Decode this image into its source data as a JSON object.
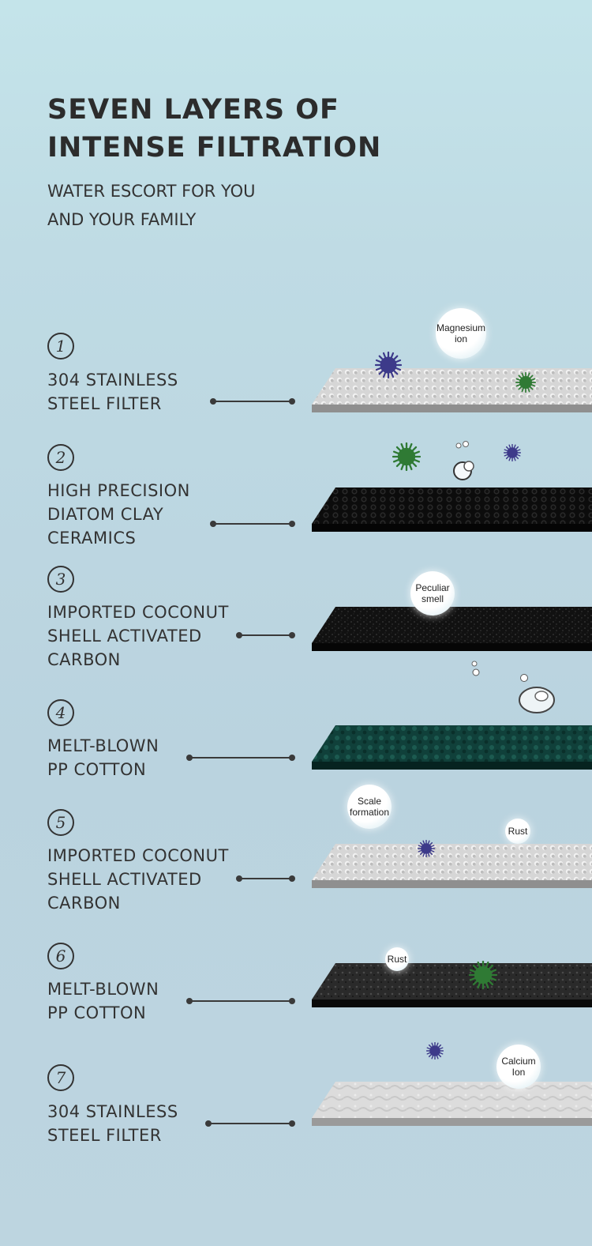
{
  "header": {
    "title_lines": [
      "SEVEN LAYERS OF",
      "INTENSE FILTRATION"
    ],
    "subtitle_lines": [
      "WATER ESCORT FOR YOU",
      "AND YOUR FAMILY"
    ]
  },
  "layers": [
    {
      "number": "1",
      "label_lines": [
        "304 STAINLESS",
        "STEEL FILTER"
      ]
    },
    {
      "number": "2",
      "label_lines": [
        "HIGH PRECISION",
        "DIATOM CLAY",
        "CERAMICS"
      ]
    },
    {
      "number": "3",
      "label_lines": [
        "IMPORTED COCONUT",
        "SHELL ACTIVATED",
        "CARBON"
      ]
    },
    {
      "number": "4",
      "label_lines": [
        "MELT-BLOWN",
        "PP COTTON"
      ]
    },
    {
      "number": "5",
      "label_lines": [
        "IMPORTED COCONUT",
        "SHELL ACTIVATED",
        "CARBON"
      ]
    },
    {
      "number": "6",
      "label_lines": [
        "MELT-BLOWN",
        "PP COTTON"
      ]
    },
    {
      "number": "7",
      "label_lines": [
        "304 STAINLESS",
        "STEEL FILTER"
      ]
    }
  ],
  "bubbles": {
    "magnesium": [
      "Magnesium",
      "ion"
    ],
    "peculiar": [
      "Peculiar",
      "smell"
    ],
    "scale": [
      "Scale",
      "formation"
    ],
    "rust_1": [
      "Rust"
    ],
    "rust_2": [
      "Rust"
    ],
    "calcium": [
      "Calcium",
      "Ion"
    ]
  },
  "colors": {
    "text": "#2f2f2f",
    "steel_filter": "#d9d9d9",
    "ceramic_filter": "#1e1e1e",
    "carbon_filter": "#141414",
    "pp_cotton_green": "#0f3a34",
    "virus_purple": "#3d3a8a",
    "virus_green": "#2f7a34"
  }
}
